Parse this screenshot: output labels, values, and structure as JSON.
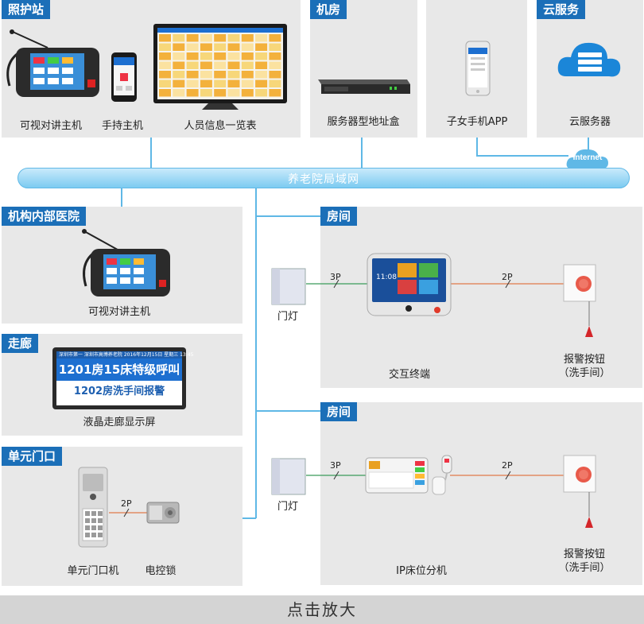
{
  "panels": {
    "nurse_station": {
      "title": "照护站"
    },
    "machine_room": {
      "title": "机房"
    },
    "cloud_service": {
      "title": "云服务"
    },
    "hospital": {
      "title": "机构内部医院"
    },
    "corridor": {
      "title": "走廊"
    },
    "unit_door": {
      "title": "单元门口"
    },
    "room1": {
      "title": "房间"
    },
    "room2": {
      "title": "房间"
    }
  },
  "devices": {
    "video_intercom_host": "可视对讲主机",
    "handheld_host": "手持主机",
    "personnel_list": "人员信息一览表",
    "server_address_box": "服务器型地址盒",
    "family_app": "子女手机APP",
    "cloud_server": "云服务器",
    "hospital_intercom_host": "可视对讲主机",
    "corridor_display": "液晶走廊显示屏",
    "unit_door_unit": "单元门口机",
    "electric_lock": "电控锁",
    "door_light_1": "门灯",
    "door_light_2": "门灯",
    "interactive_terminal": "交互终端",
    "alarm_button_1": "报警按钮",
    "alarm_button_1_sub": "（洗手间）",
    "ip_bed_unit": "IP床位分机",
    "alarm_button_2": "报警按钮",
    "alarm_button_2_sub": "（洗手间）"
  },
  "network": {
    "lan": "养老院局域网",
    "internet": "Internet"
  },
  "wires": {
    "room1_left": "3P",
    "room1_right": "2P",
    "room2_left": "3P",
    "room2_right": "2P",
    "door_lock": "2P"
  },
  "corridor_screen": {
    "header": "深圳市第一 深圳市高博养老院    2016年12月15日  星期三  13:45",
    "line1": "1201房15床特级呼叫",
    "line2": "1202房洗手间报警"
  },
  "terminal_screen": {
    "clock": "11:08"
  },
  "footer": {
    "zoom_label": "点击放大"
  },
  "colors": {
    "title_blue": "#1b6fb8",
    "panel_gray": "#e8e8e8",
    "connector_blue": "#5fb8e6",
    "wire_green": "#3a9a5a",
    "wire_orange": "#e07a4a",
    "alarm_red": "#e03a2a"
  }
}
